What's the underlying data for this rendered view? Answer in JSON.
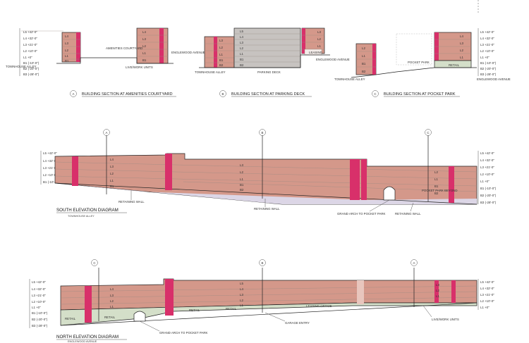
{
  "colors": {
    "building": "#d4988a",
    "building_light": "#e2b2a4",
    "core": "#d8306a",
    "deck": "#c7c3c0",
    "ground": "#dcd6e6",
    "green": "#d4dfc9",
    "line": "#333333"
  },
  "sections": {
    "a": {
      "marker": "A",
      "title": "BUILDING SECTION AT AMENITIES COURTYARD",
      "floors": [
        "L4",
        "L3",
        "L2",
        "L1",
        "B1"
      ],
      "courtyard": "AMENITIES COURTYARD",
      "livework": "LIVE/WORK UNITS",
      "townhouse": "TOWNHOUSE ALLEY",
      "street": "ENGLEWOOD AVENUE"
    },
    "b": {
      "marker": "B",
      "title": "BUILDING SECTION AT PARKING DECK",
      "left_floors": [
        "L3",
        "L2",
        "L1",
        "B1",
        "B2"
      ],
      "deck_floors": [
        "L5",
        "L4",
        "L3",
        "L2",
        "L1",
        "B1",
        "B2"
      ],
      "right_floors": [
        "L3",
        "L2",
        "L1"
      ],
      "leasing": "LEASING",
      "deck": "PARKING DECK",
      "townhouse": "TOWNHOUSE ALLEY",
      "street": "ENGLEWOOD AVENUE"
    },
    "c": {
      "marker": "C",
      "title": "BUILDING SECTION AT POCKET PARK",
      "left_floors": [
        "L2",
        "L1",
        "B1",
        "B2"
      ],
      "right_floors": [
        "L4",
        "L3",
        "L2",
        "L1"
      ],
      "park": "POCKET PARK",
      "retail": "RETAIL",
      "townhouse": "TOWNHOUSE ALLEY",
      "street": "ENGLEWOOD AVENUE"
    }
  },
  "level_scale": [
    "L5 +42'-0\"",
    "L4 +32'-0\"",
    "L3 +21'-0\"",
    "L2 +10'-0\"",
    "L1 +0\"",
    "B1 (-10'-0\")",
    "B2 (-20'-0\")",
    "B3 (-28'-0\")"
  ],
  "south": {
    "title": "SOUTH ELEVATION DIAGRAM",
    "subtitle": "TOWNHOUSE ALLEY",
    "markers": [
      "A",
      "B",
      "C"
    ],
    "floors_a": [
      "L4",
      "L3",
      "L2",
      "L1",
      "B1"
    ],
    "floors_b": [
      "L3",
      "L2",
      "L1",
      "B1",
      "B2"
    ],
    "floors_c": [
      "L2",
      "L1",
      "B1",
      "B2"
    ],
    "notes": [
      "RETAINING WALL",
      "RETAINING WALL",
      "GRAND ARCH TO POCKET PARK",
      "RETAINING WALL",
      "POCKET PARK BEYOND"
    ]
  },
  "north": {
    "title": "NORTH ELEVATION DIAGRAM",
    "subtitle": "ENGLEWOOD AVENUE",
    "markers": [
      "C",
      "B",
      "A"
    ],
    "floors_c": [
      "L4",
      "L3",
      "L2",
      "L1"
    ],
    "floors_b": [
      "L5",
      "L4",
      "L3",
      "L2",
      "L1"
    ],
    "floors_a": [
      "L3",
      "L2",
      "L1"
    ],
    "notes": [
      "RETAIL",
      "RETAIL",
      "RETAIL",
      "RETAIL",
      "LEASING OFFICE",
      "GRAND ARCH TO POCKET PARK",
      "GARAGE ENTRY",
      "LIVE/WORK UNITS"
    ]
  }
}
